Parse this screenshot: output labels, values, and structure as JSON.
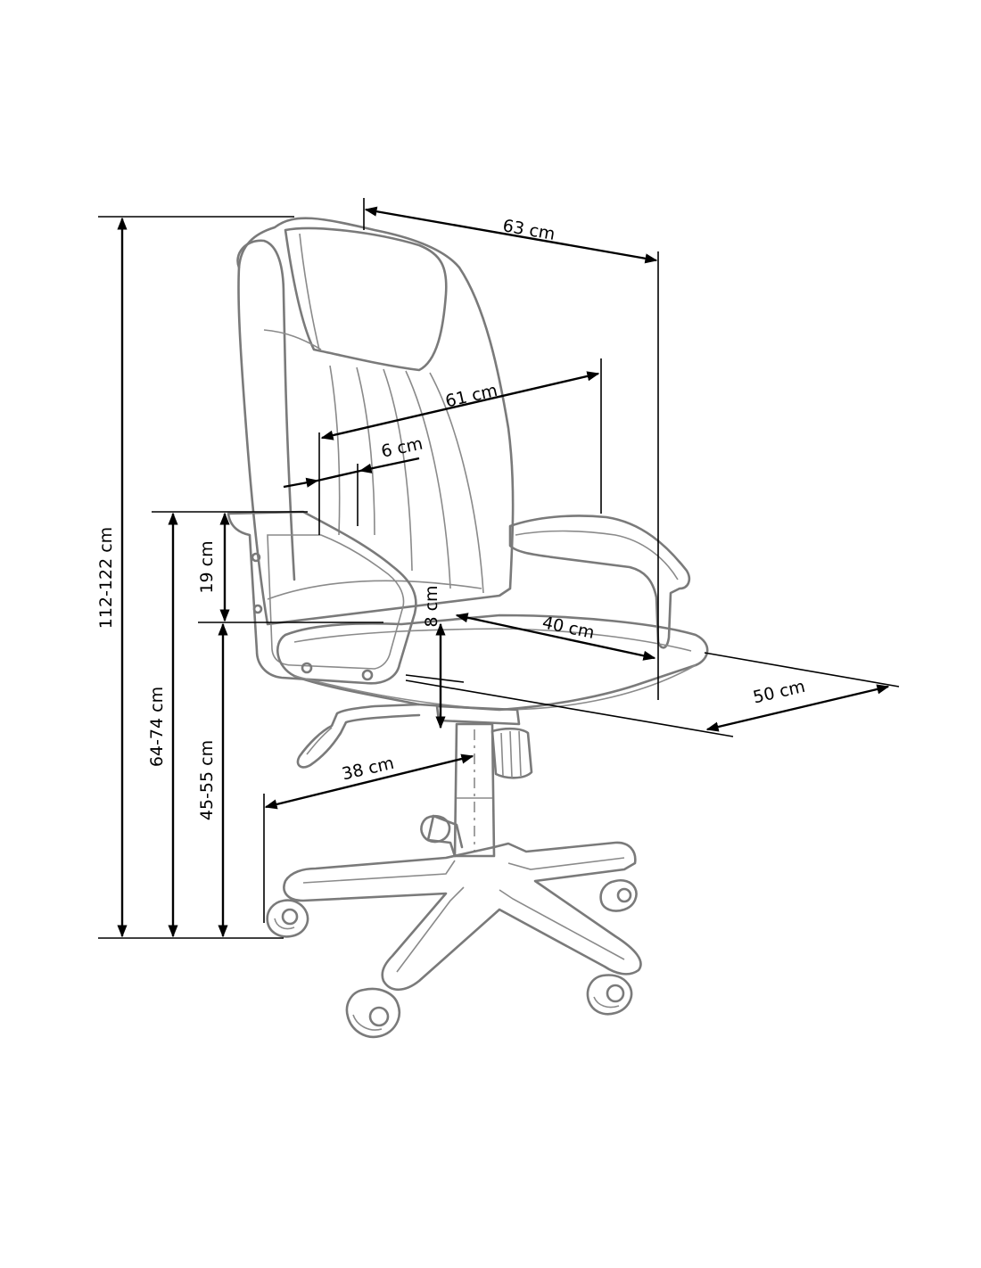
{
  "dimensions": {
    "total_height": "112-122 cm",
    "armrest_height": "64-74 cm",
    "seat_height": "45-55 cm",
    "armrest_above_seat": "19 cm",
    "seat_thickness": "8 cm",
    "backrest_offset": "6 cm",
    "overall_width": "63 cm",
    "inner_width": "61 cm",
    "seat_width": "40 cm",
    "seat_depth": "50 cm",
    "base_radius": "38 cm"
  },
  "colors": {
    "line_art": "#7a7a7a",
    "dimension_lines": "#000000",
    "background": "#ffffff"
  }
}
